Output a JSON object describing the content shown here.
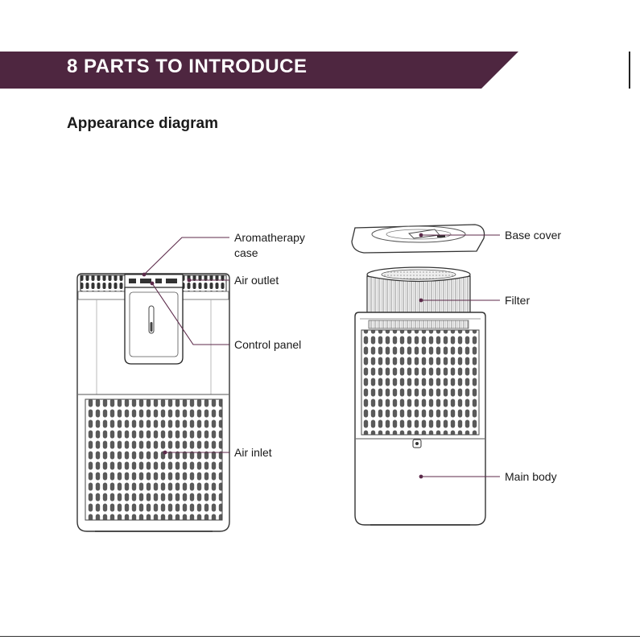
{
  "header": {
    "title": "8  PARTS TO INTRODUCE",
    "band_color": "#4e2640"
  },
  "subheading": "Appearance diagram",
  "accent_color": "#5c2a4a",
  "labels": {
    "aromatherapy_line1": "Aromatherapy",
    "aromatherapy_line2": "case",
    "air_outlet": "Air outlet",
    "control_panel": "Control panel",
    "air_inlet": "Air inlet",
    "base_cover": "Base cover",
    "filter": "Filter",
    "main_body": "Main body"
  }
}
